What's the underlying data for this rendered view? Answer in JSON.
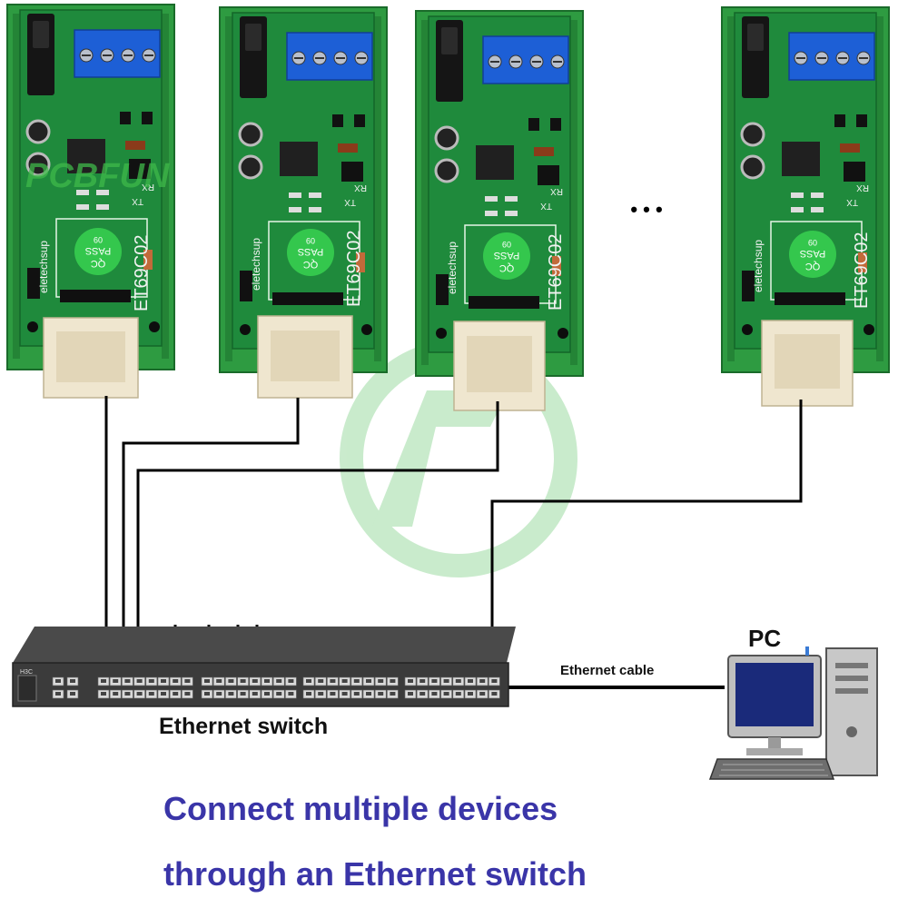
{
  "modules": [
    {
      "model": "ET69C02",
      "brand": "eletechsup",
      "qc_line1": "QC",
      "qc_line2": "PASS",
      "qc_line3": "09",
      "silk_tx": "TX",
      "silk_rx": "RX"
    },
    {
      "model": "ET69C02",
      "brand": "eletechsup",
      "qc_line1": "QC",
      "qc_line2": "PASS",
      "qc_line3": "09",
      "silk_tx": "TX",
      "silk_rx": "RX"
    },
    {
      "model": "ET69C02",
      "brand": "eletechsup",
      "qc_line1": "QC",
      "qc_line2": "PASS",
      "qc_line3": "09",
      "silk_tx": "TX",
      "silk_rx": "RX"
    },
    {
      "model": "ET69C02",
      "brand": "eletechsup",
      "qc_line1": "QC",
      "qc_line2": "PASS",
      "qc_line3": "09",
      "silk_tx": "TX",
      "silk_rx": "RX"
    }
  ],
  "ellipsis": "• • •",
  "watermark": {
    "text": "PCBFUN",
    "color": "#3fb84a"
  },
  "switch": {
    "label": "Ethernet switch",
    "brand": "H3C"
  },
  "cable_label": "Ethernet cable",
  "pc_label": "PC",
  "caption": {
    "line1": "Connect multiple devices",
    "line2": "through an Ethernet switch",
    "color": "#3a35a8"
  },
  "colors": {
    "pcb": "#1f8a3c",
    "din_rail": "#2e9b41",
    "terminal": "#1d5fd6",
    "rj45": "#efe6cf",
    "switch_body": "#3b3b3b",
    "wire": "#000000"
  }
}
